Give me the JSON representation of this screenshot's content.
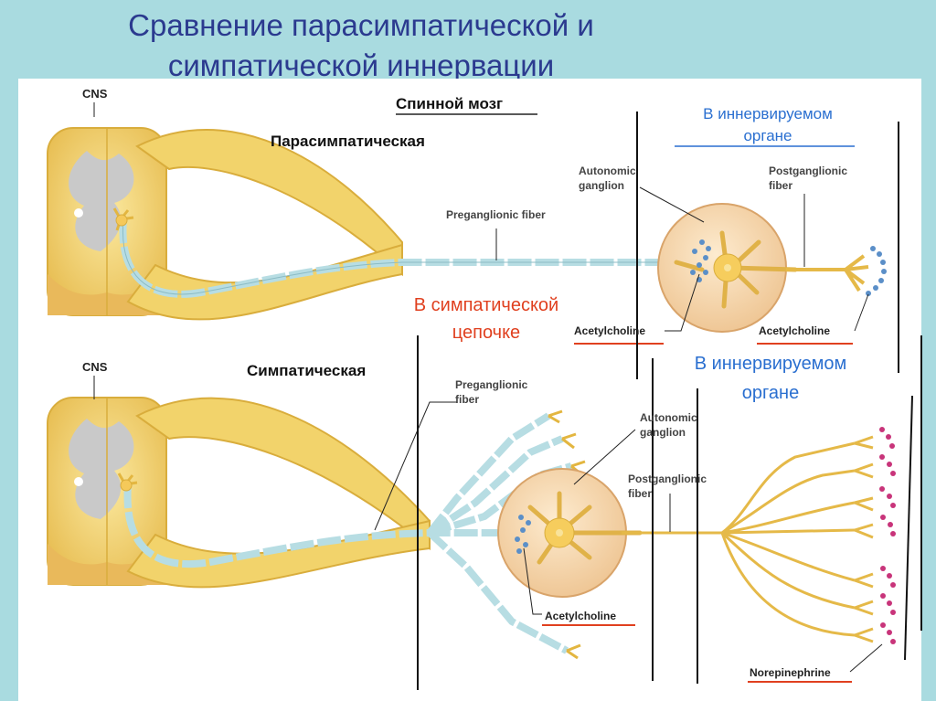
{
  "title_line1": "Сравнение парасимпатической и",
  "title_line2": "симпатической иннервации",
  "top": {
    "cns": "CNS",
    "spinal_cord": "Спинной мозг",
    "section": "Парасимпатическая",
    "target_line1": "В иннервируемом",
    "target_line2": "органе",
    "autonomic_ganglion_1": "Autonomic",
    "autonomic_ganglion_2": "ganglion",
    "postganglionic_1": "Postganglionic",
    "postganglionic_2": "fiber",
    "preganglionic": "Preganglionic fiber",
    "ach_left": "Acetylcholine",
    "ach_right": "Acetylcholine"
  },
  "middle": {
    "chain_line1": "В симпатической",
    "chain_line2": "цепочке",
    "target_line1": "В иннервируемом",
    "target_line2": "органе"
  },
  "bottom": {
    "cns": "CNS",
    "section": "Симпатическая",
    "preganglionic_1": "Preganglionic",
    "preganglionic_2": "fiber",
    "autonomic_ganglion_1": "Autonomic",
    "autonomic_ganglion_2": "ganglion",
    "postganglionic_1": "Postganglionic",
    "postganglionic_2": "fiber",
    "ach": "Acetylcholine",
    "norepinephrine": "Norepinephrine"
  },
  "colors": {
    "title": "#2b3a8f",
    "nerve": "#f2d36b",
    "nerve_edge": "#d9ad3c",
    "myelin": "#b7dde3",
    "ganglion": "#f7d9b0",
    "grey_matter": "#c9c9c9",
    "red_text": "#e0401f",
    "blue_text": "#2a6fd0",
    "ach_dot": "#5b8fc8",
    "ne_dot": "#c8347a"
  }
}
